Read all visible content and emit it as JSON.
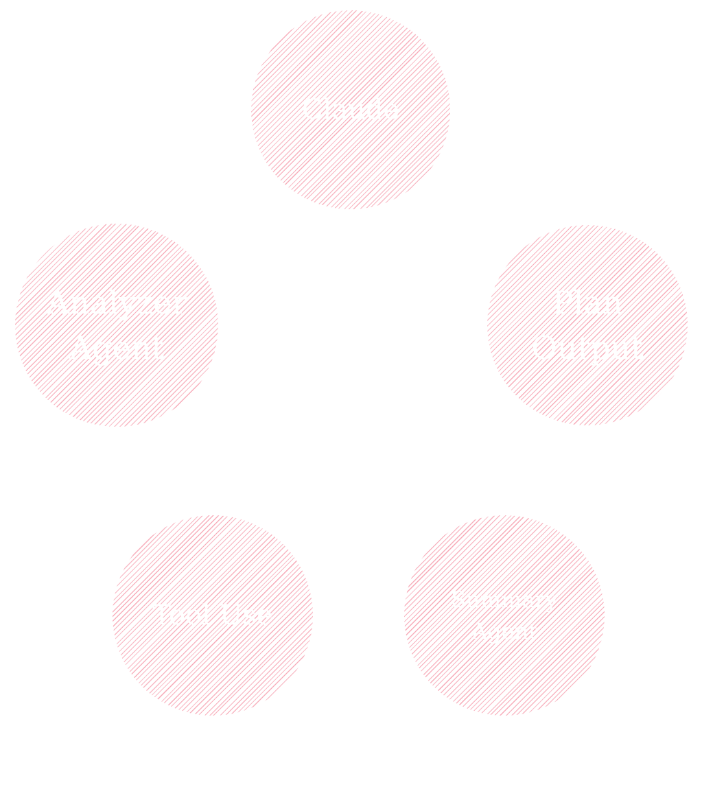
{
  "diagram": {
    "style": "hachure",
    "colors": {
      "background": "#ffffff",
      "hachure": "#f7a8b6",
      "label": "#ffffff"
    },
    "nodes": [
      {
        "id": "claude",
        "lines": [
          "Claude"
        ]
      },
      {
        "id": "analyzer-agent",
        "lines": [
          "Analyzer",
          "Agent"
        ]
      },
      {
        "id": "plan-output",
        "lines": [
          "Plan",
          "Output"
        ]
      },
      {
        "id": "tool-use",
        "lines": [
          "Tool Use"
        ]
      },
      {
        "id": "summary-agent",
        "lines": [
          "Summary",
          "Agent"
        ]
      }
    ]
  }
}
